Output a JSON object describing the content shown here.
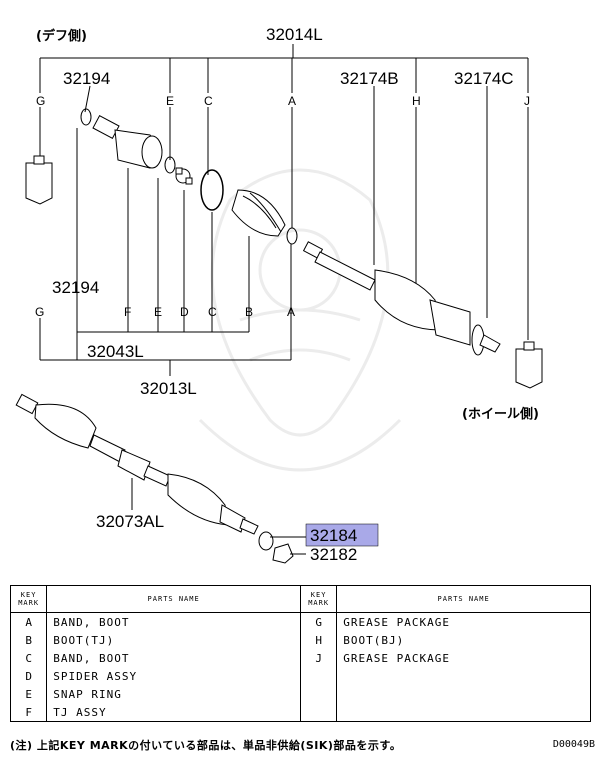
{
  "labels": {
    "diff_side": "(デフ側)",
    "wheel_side": "(ホイール側)",
    "p32014L": "32014L",
    "p32194_top": "32194",
    "p32174B": "32174B",
    "p32174C": "32174C",
    "p32194_bottom": "32194",
    "p32043L": "32043L",
    "p32013L": "32013L",
    "p32073AL": "32073AL",
    "p32184": "32184",
    "p32182": "32182"
  },
  "top_letters": [
    "G",
    "E",
    "C",
    "A",
    "H",
    "J"
  ],
  "bottom_letters": [
    "G",
    "F",
    "E",
    "D",
    "C",
    "B",
    "A"
  ],
  "highlight_color": "#a9a9e8",
  "table": {
    "key_header": "KEY MARK",
    "name_header": "PARTS NAME",
    "key_header_right": "KEY MARK",
    "name_header_right": "PARTS NAME",
    "rows": [
      {
        "k1": "A",
        "n1": "BAND, BOOT",
        "k2": "G",
        "n2": "GREASE PACKAGE"
      },
      {
        "k1": "B",
        "n1": "BOOT(TJ)",
        "k2": "H",
        "n2": "BOOT(BJ)"
      },
      {
        "k1": "C",
        "n1": "BAND, BOOT",
        "k2": "J",
        "n2": "GREASE PACKAGE"
      },
      {
        "k1": "D",
        "n1": "SPIDER ASSY",
        "k2": "",
        "n2": ""
      },
      {
        "k1": "E",
        "n1": "SNAP RING",
        "k2": "",
        "n2": ""
      },
      {
        "k1": "F",
        "n1": "TJ ASSY",
        "k2": "",
        "n2": ""
      }
    ]
  },
  "footnote": "(注) 上記KEY MARKの付いている部品は、単品非供給(SIK)部品を示す。",
  "doc_code": "D00049B"
}
